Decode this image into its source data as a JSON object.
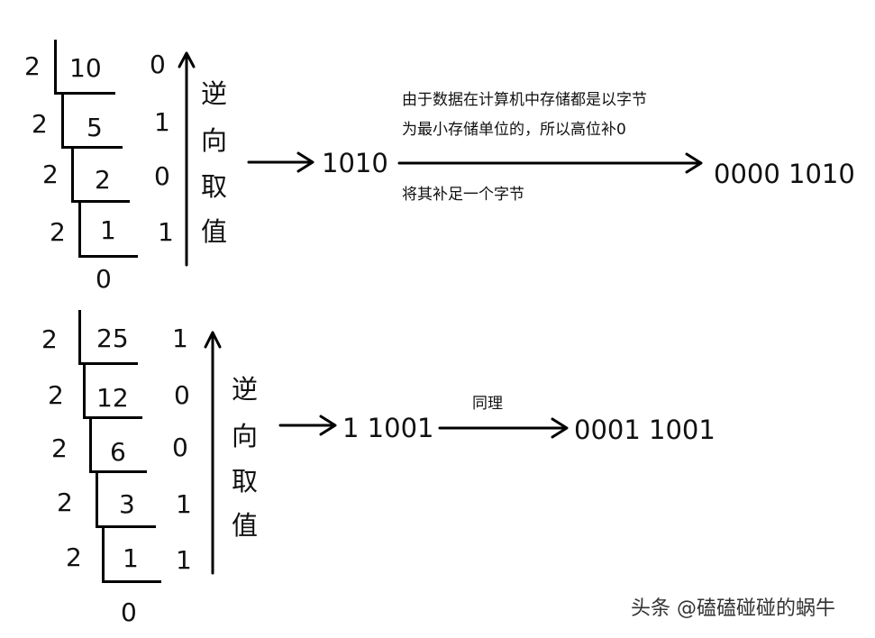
{
  "diagram1": {
    "divisor": "2",
    "dividends": [
      "10",
      "5",
      "2",
      "1"
    ],
    "remainders": [
      "0",
      "1",
      "0",
      "1"
    ],
    "final_quotient": "0",
    "reverse_label": [
      "逆",
      "向",
      "取",
      "值"
    ],
    "binary_result": "1010",
    "note_above_line1": "由于数据在计算机中存储都是以字节",
    "note_above_line2": "为最小存储单位的，所以高位补0",
    "note_below": "将其补足一个字节",
    "byte_result": "0000 1010"
  },
  "diagram2": {
    "divisor": "2",
    "dividends": [
      "25",
      "12",
      "6",
      "3",
      "1"
    ],
    "remainders": [
      "1",
      "0",
      "0",
      "1",
      "1"
    ],
    "final_quotient": "0",
    "reverse_label": [
      "逆",
      "向",
      "取",
      "值"
    ],
    "binary_result": "1 1001",
    "note_above": "同理",
    "byte_result": "0001 1001"
  },
  "watermark": "头条 @磕磕碰碰的蜗牛"
}
